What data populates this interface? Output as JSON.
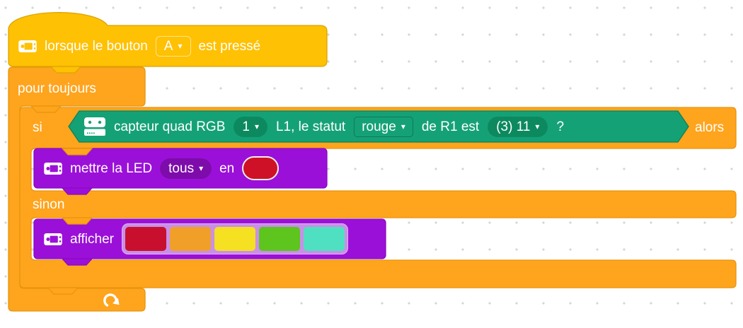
{
  "palette": {
    "event_fill": "#ffc103",
    "event_stroke": "#dba500",
    "control_fill": "#ffa41d",
    "control_stroke": "#e6950c",
    "sensor_fill": "#15a176",
    "sensor_stroke": "#0e8058",
    "sensor_dropdown_fill": "#0d895f",
    "display_fill": "#9b10d8",
    "display_stroke": "#8a09c2",
    "display_dropdown_fill": "#7d0cab",
    "swatch_tray_fill": "#c98fe8"
  },
  "blocks": {
    "when_button": {
      "icon": "controller-icon",
      "text_before": "lorsque le bouton",
      "dropdown_value": "A",
      "text_after": "est pressé"
    },
    "forever": {
      "label": "pour toujours",
      "icon": "loop-arrow-icon"
    },
    "if_else": {
      "if_label": "si",
      "then_label": "alors",
      "else_label": "sinon"
    },
    "condition": {
      "icon": "robot-icon",
      "text_1": "capteur quad RGB",
      "dropdown_1": "1",
      "text_2": "L1, le statut",
      "dropdown_2": "rouge",
      "text_3": "de R1 est",
      "dropdown_3": "(3) 11",
      "text_4": "?"
    },
    "set_led": {
      "icon": "controller-icon",
      "text_before": "mettre la LED",
      "dropdown_value": "tous",
      "text_after": "en",
      "color_value": "#ce1126"
    },
    "display_colors": {
      "icon": "controller-icon",
      "label": "afficher",
      "swatches": [
        "#c8102e",
        "#f0a028",
        "#f5e022",
        "#5ec41e",
        "#4ee0c0"
      ]
    }
  },
  "ui": {
    "dropdown_arrow": "▾"
  }
}
